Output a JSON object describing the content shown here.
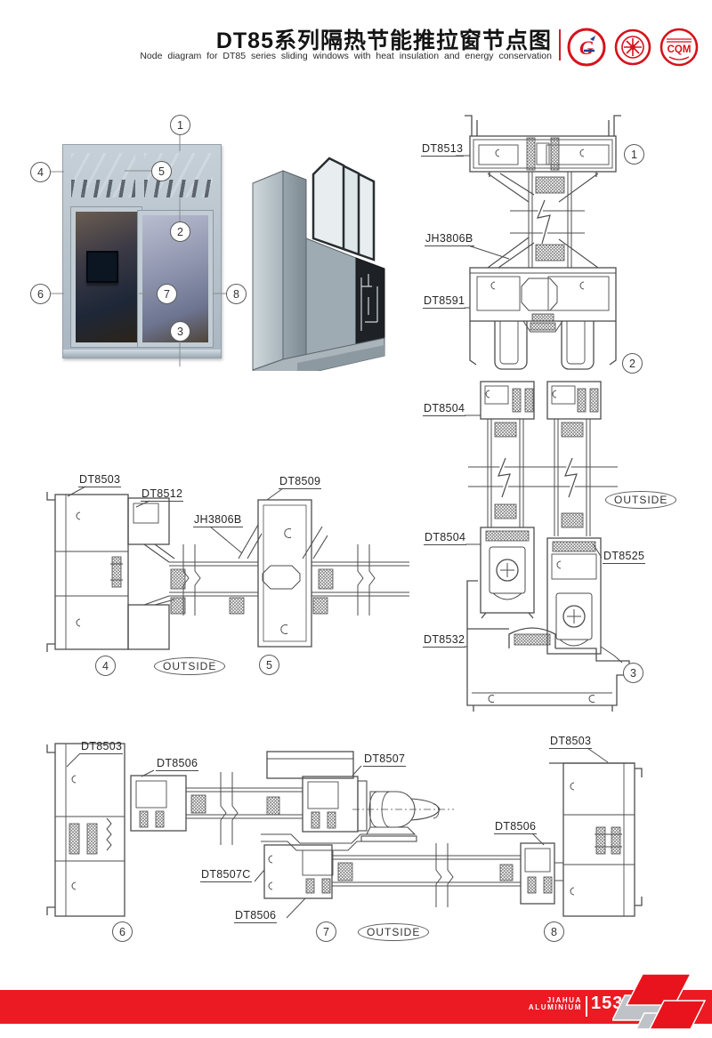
{
  "header": {
    "title_zh": "DT85系列隔热节能推拉窗节点图",
    "title_en": "Node diagram for DT85 series sliding windows with heat insulation and energy conservation",
    "logos": [
      {
        "id": "gb-cert-logo",
        "text": "G"
      },
      {
        "id": "emblem-seal-logo",
        "text": ""
      },
      {
        "id": "cqm-cert-logo",
        "text": "CQM"
      }
    ]
  },
  "labels": {
    "outside": "OUTSIDE"
  },
  "callouts": [
    "1",
    "2",
    "3",
    "4",
    "5",
    "6",
    "7",
    "8"
  ],
  "parts": {
    "vertical_section": {
      "dt8513": "DT8513",
      "jh3806b": "JH3806B",
      "dt8591": "DT8591",
      "dt8504_upper": "DT8504",
      "dt8504_lower": "DT8504",
      "dt8525": "DT8525",
      "dt8532": "DT8532"
    },
    "mid_section": {
      "dt8503": "DT8503",
      "dt8512": "DT8512",
      "jh3806b": "JH3806B",
      "dt8509": "DT8509"
    },
    "bottom_section": {
      "dt8503_left": "DT8503",
      "dt8506_upper": "DT8506",
      "dt8507": "DT8507",
      "dt8503_right": "DT8503",
      "dt8506_right": "DT8506",
      "dt8507c": "DT8507C",
      "dt8506_lower": "DT8506"
    }
  },
  "footer": {
    "brand_line1": "JIAHUA",
    "brand_line2": "ALUMINIUM",
    "page_number": "153"
  },
  "colors": {
    "accent_red": "#ec1a23",
    "line_gray": "#4d4d4d"
  }
}
